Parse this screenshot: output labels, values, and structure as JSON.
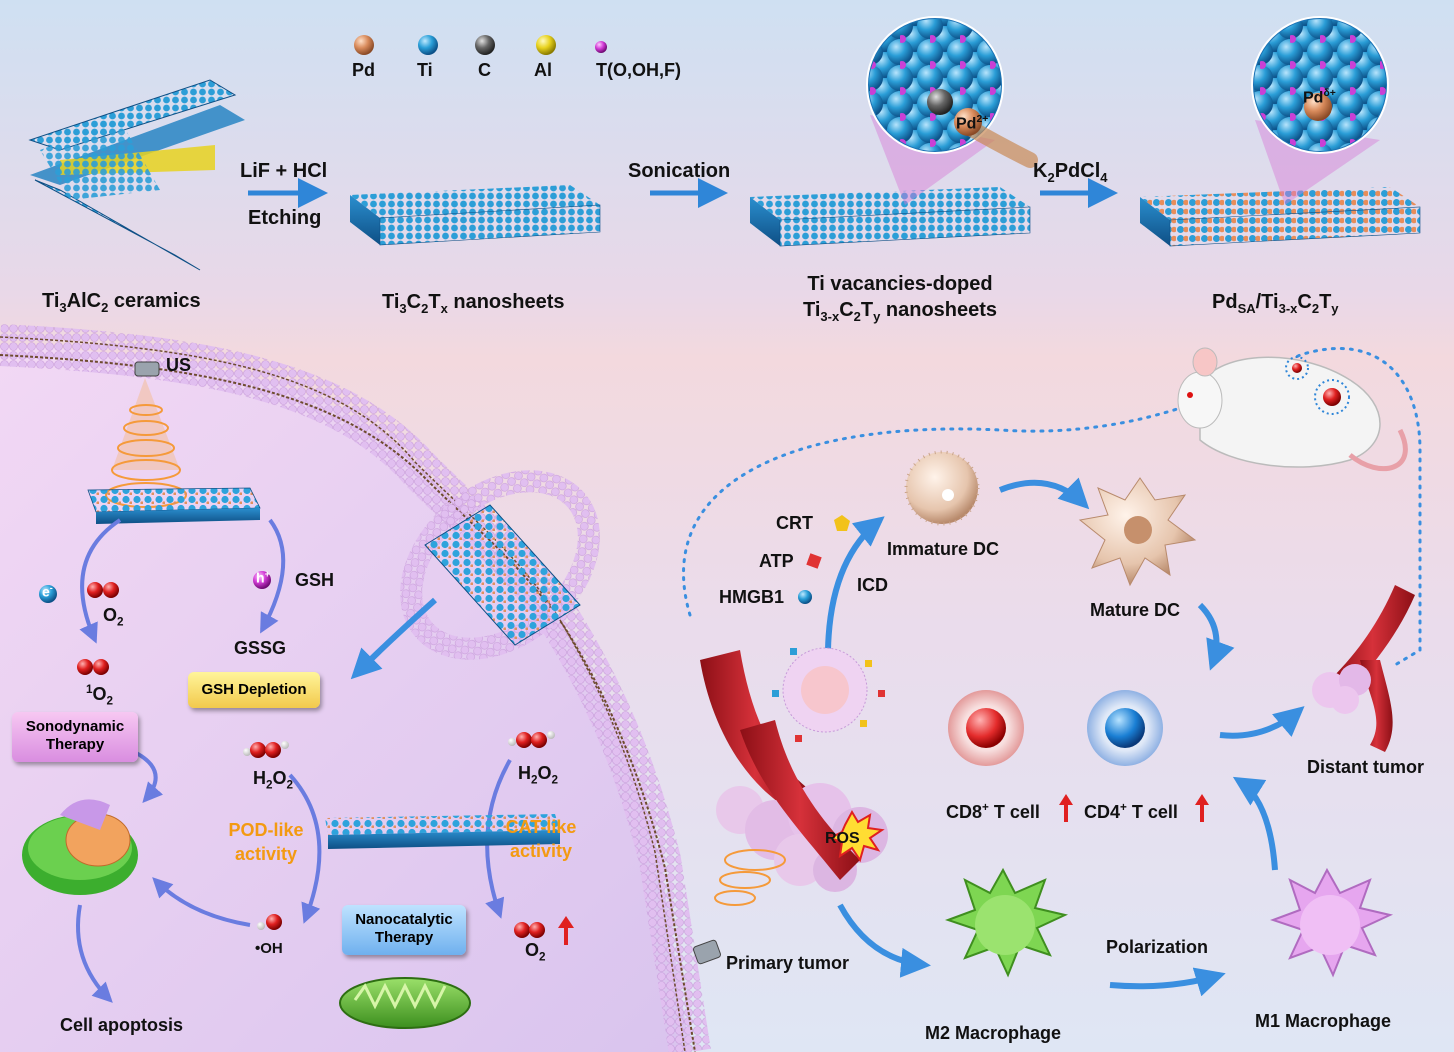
{
  "legend": {
    "pd": "Pd",
    "ti": "Ti",
    "c": "C",
    "al": "Al",
    "t": "T(O,OH,F)",
    "colors": {
      "pd": "#d98b5c",
      "ti": "#2a9fd8",
      "c": "#666666",
      "al": "#e8d21e",
      "t": "#d23cd6"
    }
  },
  "synthesis": {
    "ceramics": {
      "a": "Ti",
      "b": "3",
      "c": "AlC",
      "d": "2",
      "e": " ceramics"
    },
    "nanosheets": {
      "a": "Ti",
      "b": "3",
      "c": "C",
      "d": "2",
      "e": "T",
      "f": "x",
      "g": " nanosheets"
    },
    "vacancy_line1": "Ti vacancies-doped",
    "vacancy_line2": {
      "a": "Ti",
      "b": "3-x",
      "c": "C",
      "d": "2",
      "e": "T",
      "f": "y",
      "g": " nanosheets"
    },
    "final": {
      "a": "Pd",
      "b": "SA",
      "c": "/Ti",
      "d": "3-x",
      "e": "C",
      "f": "2",
      "g": "T",
      "h": "y"
    },
    "step1_top": "LiF + HCl",
    "step1_bottom": "Etching",
    "step2": "Sonication",
    "step3": {
      "a": "K",
      "b": "2",
      "c": "PdCl",
      "d": "4"
    },
    "pd2": {
      "a": "Pd",
      "b": "2+"
    },
    "pdd": {
      "a": "Pd",
      "b": "δ+"
    }
  },
  "cell": {
    "us": "US",
    "e": "e",
    "e_sup": "-",
    "h": "h",
    "h_sup": "+",
    "o2_a": {
      "a": "O",
      "b": "2"
    },
    "singlet": {
      "a": "1",
      "b": "O",
      "c": "2"
    },
    "gsh": "GSH",
    "gssg": "GSSG",
    "gsh_depletion": "GSH Depletion",
    "sdt": "Sonodynamic Therapy",
    "h2o2_left": {
      "a": "H",
      "b": "2",
      "c": "O",
      "d": "2"
    },
    "h2o2_right": {
      "a": "H",
      "b": "2",
      "c": "O",
      "d": "2"
    },
    "pod": "POD-like activity",
    "cat": "CAT-like activity",
    "oh": "•OH",
    "nct": "Nanocatalytic Therapy",
    "o2_b": {
      "a": "O",
      "b": "2"
    },
    "apoptosis": "Cell apoptosis"
  },
  "immune": {
    "crt": "CRT",
    "atp": "ATP",
    "hmgb1": "HMGB1",
    "icd": "ICD",
    "immature_dc": "Immature DC",
    "mature_dc": "Mature DC",
    "cd8": {
      "a": "CD8",
      "b": "+",
      "c": " T cell"
    },
    "cd4": {
      "a": "CD4",
      "b": "+",
      "c": " T cell"
    },
    "ros": "ROS",
    "primary": "Primary tumor",
    "distant": "Distant tumor",
    "m2": "M2 Macrophage",
    "m1": "M1 Macrophage",
    "polarization": "Polarization"
  }
}
